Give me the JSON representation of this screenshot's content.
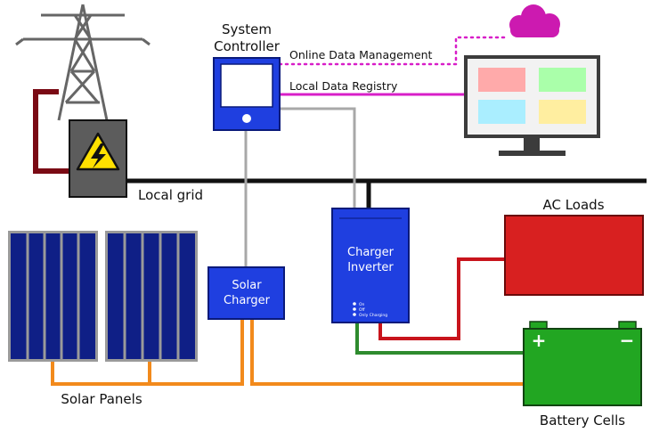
{
  "labels": {
    "system_controller_line1": "System",
    "system_controller_line2": "Controller",
    "online_data": "Online Data Management",
    "local_data": "Local Data Registry",
    "local_grid": "Local grid",
    "ac_loads": "AC Loads",
    "charger_inverter_line1": "Charger",
    "charger_inverter_line2": "Inverter",
    "solar_charger_line1": "Solar",
    "solar_charger_line2": "Charger",
    "solar_panels": "Solar Panels",
    "battery_cells": "Battery Cells",
    "battery_plus": "+",
    "battery_minus": "−",
    "indicator_on": "On",
    "indicator_off": "Off",
    "indicator_only_charging": "Only Charging"
  },
  "colors": {
    "grid_line": "#111111",
    "grid_feed": "#7a0a14",
    "ac_line": "#c8141c",
    "dc_line": "#2e8b2e",
    "solar_line": "#f28a1c",
    "data_line": "#d81ec8",
    "controller_line": "#a8a8a8",
    "device_blue": "#1f3fe0",
    "panel_blue": "#0f1f86",
    "ac_loads_red": "#d82020",
    "battery_green": "#22a622",
    "cloud_magenta": "#cc1ab0"
  },
  "icons": [
    "transmission-tower-icon",
    "high-voltage-warning-icon",
    "cloud-icon",
    "monitor-icon"
  ]
}
